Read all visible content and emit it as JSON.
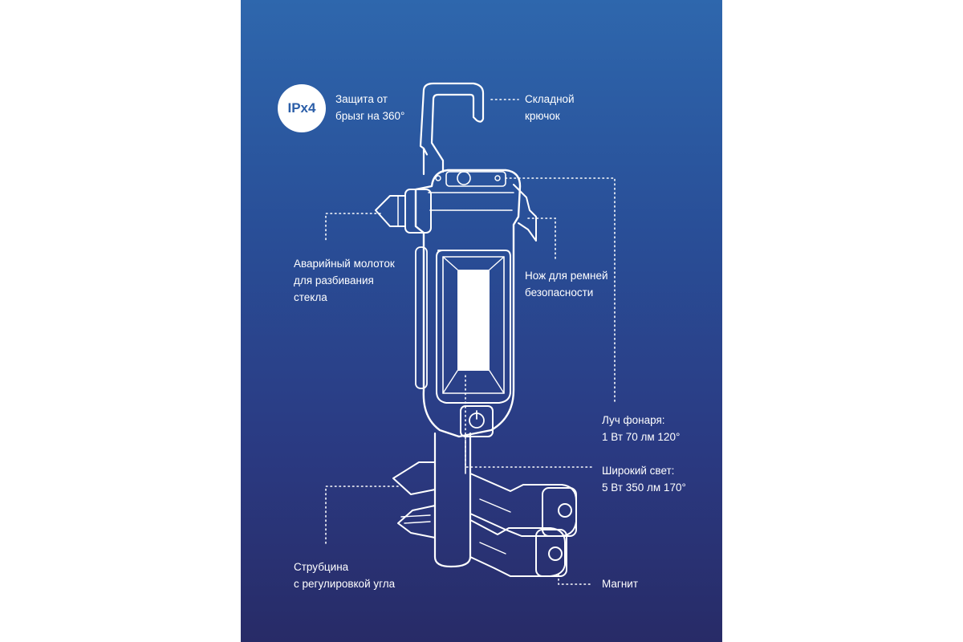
{
  "badge": {
    "text": "IPx4"
  },
  "labels": {
    "splash": "Защита от\nбрызг на 360°",
    "hook": "Складной\nкрючок",
    "hammer": "Аварийный молоток\nдля разбивания\nстекла",
    "knife": "Нож для ремней\nбезопасности",
    "beam": "Луч фонаря:\n1 Вт 70 лм 120°",
    "wide_light": "Широкий свет:\n5 Вт 350 лм 170°",
    "clamp": "Струбцина\nс регулировкой угла",
    "magnet": "Магнит"
  },
  "colors": {
    "background_top": "#2e67ad",
    "background_bottom": "#282b67",
    "line": "#ffffff",
    "badge_text": "#2b5ea8"
  }
}
